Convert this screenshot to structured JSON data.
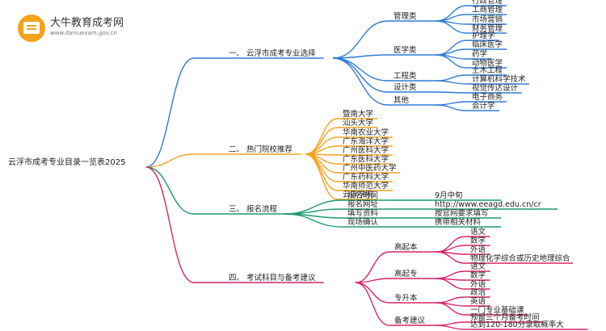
{
  "brand": {
    "title": "大牛教育成考网",
    "url": "www.daniuexam.gov.cn",
    "icon": "graduation-cap-icon"
  },
  "root": {
    "label": "云浮市成考专业目录一览表2025"
  },
  "colors": {
    "branch1": "#2f7bd6",
    "branch2": "#f2a21b",
    "branch3": "#1c9c6b",
    "branch4": "#d6246b",
    "text": "#222222"
  },
  "branches": [
    {
      "label": "一、 云浮市成考专业选择",
      "children": [
        {
          "label": "管理类",
          "children": [
            "行政管理",
            "工商管理",
            "市场营销",
            "财务管理"
          ]
        },
        {
          "label": "医学类",
          "children": [
            "护理学",
            "临床医学",
            "药学",
            "动物医学"
          ]
        },
        {
          "label": "工程类",
          "children": [
            "土木工程",
            "计算机科学技术"
          ]
        },
        {
          "label": "设计类",
          "children": [
            "视觉传达设计"
          ]
        },
        {
          "label": "其他",
          "children": [
            "电子商务",
            "会计学"
          ]
        }
      ]
    },
    {
      "label": "二、 热门院校推荐",
      "children": [
        "暨南大学",
        "汕头大学",
        "华南农业大学",
        "广东海洋大学",
        "广州医科大学",
        "广东医科大学",
        "广州中医药大学",
        "广东药科大学",
        "华南师范大学",
        "云浮学院"
      ]
    },
    {
      "label": "三、 报名流程",
      "children": [
        {
          "label": "报名时间",
          "value": "9月中旬"
        },
        {
          "label": "报名网址",
          "value": "http://www.eeagd.edu.cn/cr"
        },
        {
          "label": "填写资料",
          "value": "按官网要求填写"
        },
        {
          "label": "现场确认",
          "value": "携带相关材料"
        }
      ]
    },
    {
      "label": "四、 考试科目与备考建议",
      "children": [
        {
          "label": "高起本",
          "children": [
            "语文",
            "数学",
            "外语",
            "物理化学综合或历史地理综合"
          ]
        },
        {
          "label": "高起专",
          "children": [
            "语文",
            "数学",
            "外语"
          ]
        },
        {
          "label": "专升本",
          "children": [
            "政治",
            "英语",
            "一门专业基础课"
          ]
        },
        {
          "label": "备考建议",
          "children": [
            "预留三个月备考时间",
            "达到120-180分录取概率大"
          ]
        }
      ]
    }
  ]
}
